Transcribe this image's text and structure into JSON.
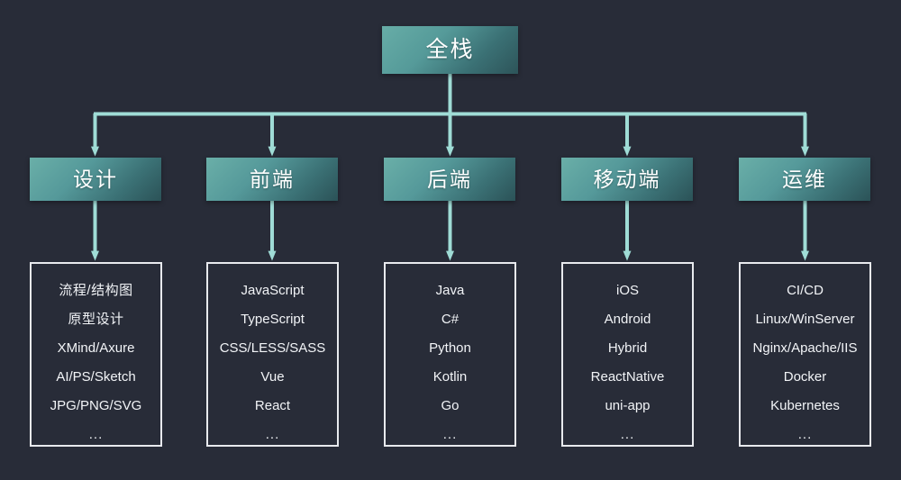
{
  "diagram": {
    "type": "tree",
    "title_node": {
      "label": "全栈"
    },
    "background_color": "#282c38",
    "node_accent_light": "#6aafa8",
    "node_accent_dark": "#2b5257",
    "connector_color": "#9fdcd6",
    "leaf_border_color": "#e8eaee",
    "branches": [
      {
        "label": "设计",
        "items": [
          "流程/结构图",
          "原型设计",
          "XMind/Axure",
          "AI/PS/Sketch",
          "JPG/PNG/SVG",
          "..."
        ]
      },
      {
        "label": "前端",
        "items": [
          "JavaScript",
          "TypeScript",
          "CSS/LESS/SASS",
          "Vue",
          "React",
          "..."
        ]
      },
      {
        "label": "后端",
        "items": [
          "Java",
          "C#",
          "Python",
          "Kotlin",
          "Go",
          "..."
        ]
      },
      {
        "label": "移动端",
        "items": [
          "iOS",
          "Android",
          "Hybrid",
          "ReactNative",
          "uni-app",
          "..."
        ]
      },
      {
        "label": "运维",
        "items": [
          "CI/CD",
          "Linux/WinServer",
          "Nginx/Apache/IIS",
          "Docker",
          "Kubernetes",
          "..."
        ]
      }
    ]
  }
}
